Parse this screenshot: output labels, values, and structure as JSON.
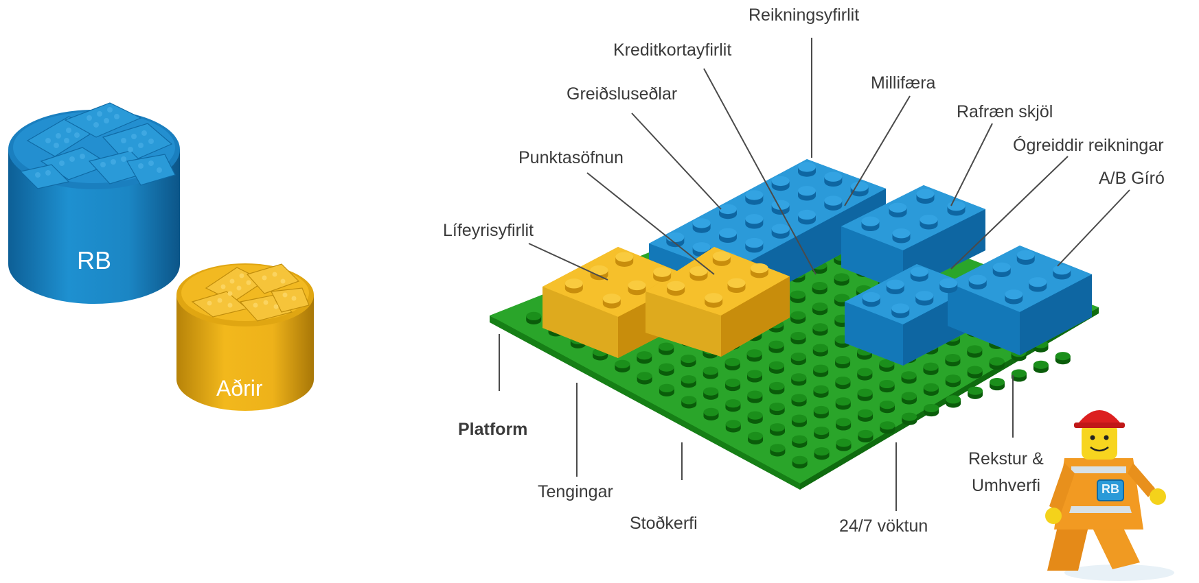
{
  "containers": {
    "rb": "RB",
    "others": "Aðrir"
  },
  "modules": {
    "reikningsyfirlit": "Reikningsyfirlit",
    "kreditkortayfirlit": "Kreditkortayfirlit",
    "millifaera": "Millifæra",
    "greidsluselar": "Greiðsluseðlar",
    "rafraen_skjol": "Rafræn skjöl",
    "ogreiddir": "Ógreiddir reikningar",
    "punktasofnun": "Punktasöfnun",
    "ab_giro": "A/B Gíró",
    "lifeyrisyfirlit": "Lífeyrisyfirlit"
  },
  "platform": {
    "title": "Platform",
    "tengingar": "Tengingar",
    "stodkerfi": "Stoðkerfi",
    "voktun": "24/7 vöktun",
    "rekstur_line1": "Rekstur &",
    "rekstur_line2": "Umhverfi"
  },
  "mascot_badge": "RB",
  "colors": {
    "blue": "#1e90d0",
    "yellow": "#f1b71e",
    "green": "#1f9e1f",
    "text": "#3a3a3a"
  }
}
